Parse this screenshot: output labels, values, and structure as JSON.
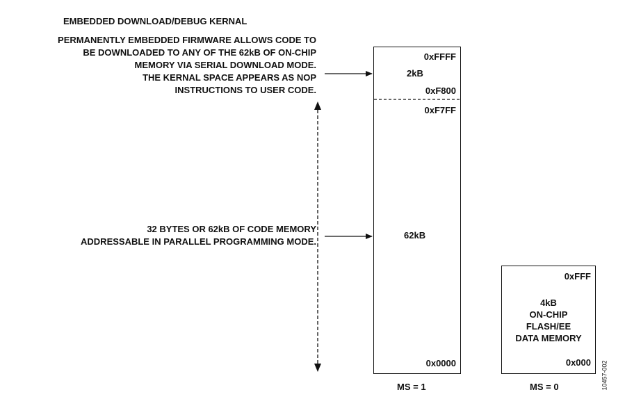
{
  "kernal": {
    "title": "EMBEDDED DOWNLOAD/DEBUG KERNAL",
    "description_lines": [
      "PERMANENTLY EMBEDDED FIRMWARE ALLOWS CODE TO",
      "BE DOWNLOADED TO ANY OF THE 62kB OF ON-CHIP",
      "MEMORY VIA SERIAL DOWNLOAD MODE.",
      "THE KERNAL SPACE APPEARS AS NOP",
      "INSTRUCTIONS TO USER CODE."
    ]
  },
  "code_memory_note": {
    "lines": [
      "32 BYTES OR 62kB OF CODE MEMORY",
      "ADDRESSABLE IN PARALLEL PROGRAMMING MODE."
    ]
  },
  "code_memory_block": {
    "top_address": "0xFFFF",
    "kernal_size": "2kB",
    "kernal_base": "0xF800",
    "user_top": "0xF7FF",
    "user_size": "62kB",
    "bottom_address": "0x0000",
    "mode_label": "MS = 1"
  },
  "data_memory_block": {
    "top_address": "0xFFF",
    "size": "4kB",
    "desc_lines": [
      "ON-CHIP",
      "FLASH/EE",
      "DATA MEMORY"
    ],
    "bottom_address": "0x000",
    "mode_label": "MS = 0"
  },
  "figure_id": "10457-002",
  "colors": {
    "line": "#111111",
    "background": "#ffffff"
  }
}
